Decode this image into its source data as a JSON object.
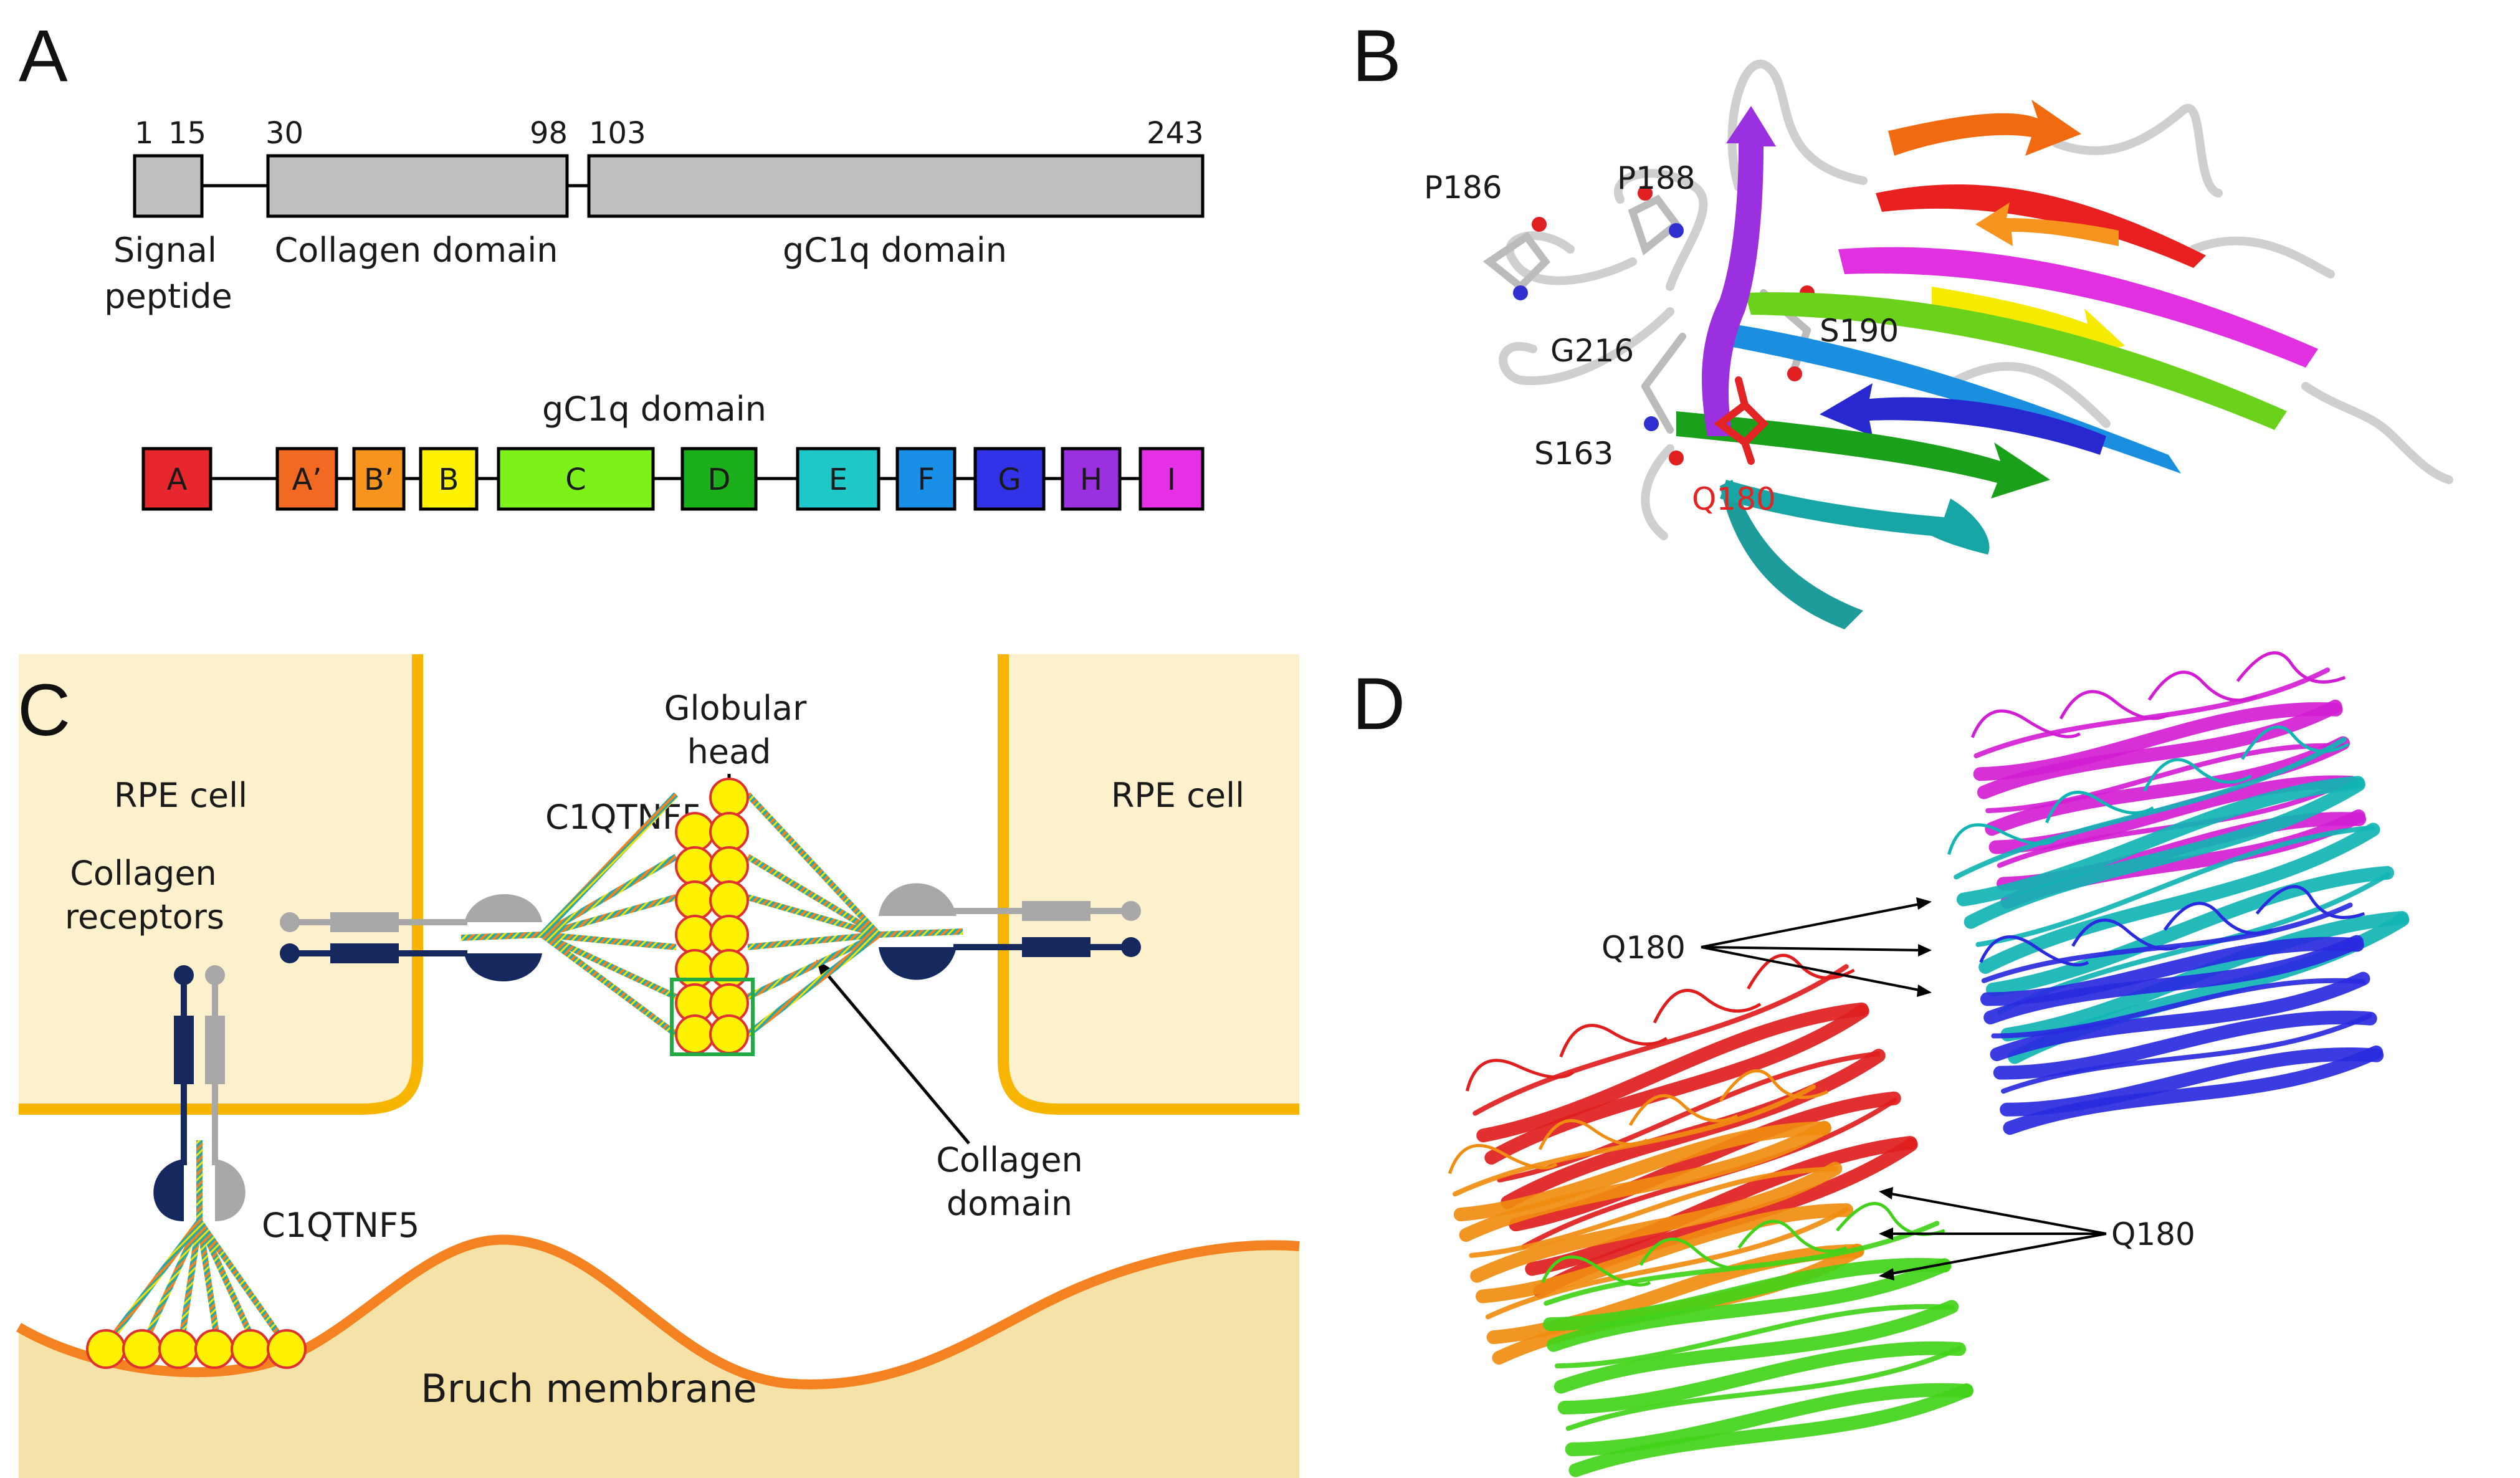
{
  "panels": {
    "a": "A",
    "b": "B",
    "c": "C",
    "d": "D"
  },
  "panel_a": {
    "positions": [
      "1",
      "15",
      "30",
      "98",
      "103",
      "243"
    ],
    "signal_peptide": [
      "Signal",
      "peptide"
    ],
    "collagen_domain": "Collagen domain",
    "gc1q_domain": "gC1q domain",
    "strand_title": "gC1q domain",
    "strands": [
      {
        "label": "A",
        "color": "#e8262d"
      },
      {
        "label": "A’",
        "color": "#f26a21"
      },
      {
        "label": "B’",
        "color": "#f7941d"
      },
      {
        "label": "B",
        "color": "#fff200"
      },
      {
        "label": "C",
        "color": "#7cf21a"
      },
      {
        "label": "D",
        "color": "#1bb01b"
      },
      {
        "label": "E",
        "color": "#1ec8c8"
      },
      {
        "label": "F",
        "color": "#1a8fe8"
      },
      {
        "label": "G",
        "color": "#3232e8"
      },
      {
        "label": "H",
        "color": "#9b30e0"
      },
      {
        "label": "I",
        "color": "#e630e6"
      }
    ]
  },
  "panel_b": {
    "residues": [
      "P186",
      "P188",
      "G216",
      "S190",
      "S163"
    ],
    "mutant": "Q180",
    "mutant_color": "#e32424"
  },
  "panel_c": {
    "rpe_left": "RPE cell",
    "rpe_right": "RPE cell",
    "collagen_receptors": [
      "Collagen",
      "receptors"
    ],
    "globular_head": [
      "Globular",
      "head"
    ],
    "c1qtnf5_top": "C1QTNF5",
    "c1qtnf5_bottom": "C1QTNF5",
    "collagen_domain": [
      "Collagen",
      "domain"
    ],
    "bruch": "Bruch membrane",
    "colors": {
      "cell": "#fdf0cc",
      "cell_border": "#f7b500",
      "membrane": "#f5e2a8",
      "membrane_border": "#f58220",
      "head": "#fff200",
      "head_border": "#e03030",
      "receptor_dark": "#16295f",
      "receptor_light": "#a8a8a8",
      "box": "#22aa44"
    }
  },
  "panel_d": {
    "label_top": "Q180",
    "label_bottom": "Q180",
    "chain_colors": [
      "#d21ed2",
      "#12b4b4",
      "#2a2ae0",
      "#e01e1e",
      "#f08c10",
      "#42d21a"
    ]
  }
}
